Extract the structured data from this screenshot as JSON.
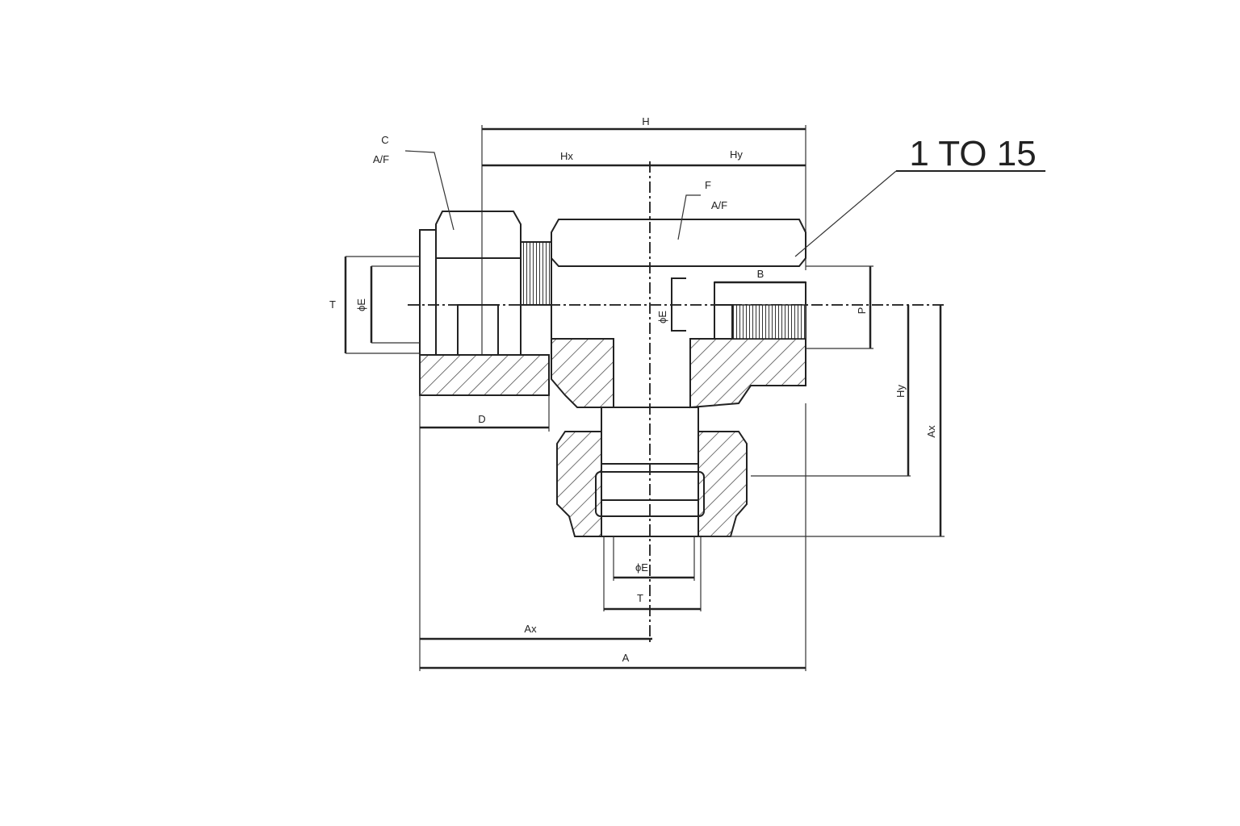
{
  "drawing": {
    "callout": "1 TO 15",
    "labels": {
      "H": "H",
      "Hx": "Hx",
      "Hy_top": "Hy",
      "C": "C",
      "C_af": "A/F",
      "F": "F",
      "F_af": "A/F",
      "B": "B",
      "P": "P",
      "T_left": "T",
      "phiE_left": "ϕE",
      "phiE_mid": "ϕE",
      "D": "D",
      "Hy_right": "Hy",
      "Ax_right": "Ax",
      "phiE_bottom": "ϕE",
      "T_bottom": "T",
      "Ax_bottom": "Ax",
      "A": "A"
    }
  }
}
